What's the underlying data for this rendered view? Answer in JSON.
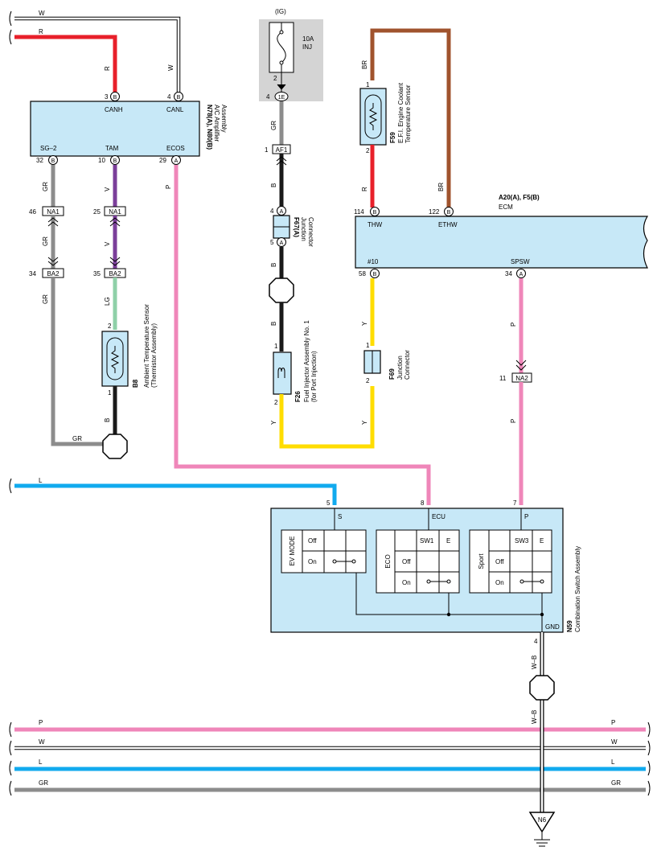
{
  "colors": {
    "red": "#e8202a",
    "white": "#ffffff",
    "gray": "#8c8c8c",
    "violet": "#7b3f9a",
    "pink": "#ef86b9",
    "black": "#1a1a1a",
    "brown": "#a0532d",
    "yellow": "#ffdd00",
    "lightgreen": "#8fd0a8",
    "blue": "#11aaee",
    "component": "#c7e8f7",
    "fuse_bg": "#d4d4d4"
  },
  "wires": {
    "W": "W",
    "R": "R",
    "GR": "GR",
    "V": "V",
    "P": "P",
    "B": "B",
    "BR": "BR",
    "Y": "Y",
    "LG": "LG",
    "L": "L",
    "WB": "W–B"
  },
  "pins": {
    "p1": "1",
    "p2": "2",
    "p3": "3",
    "p4": "4",
    "p5": "5",
    "p7": "7",
    "p8": "8",
    "p10": "10",
    "p11": "11",
    "p25": "25",
    "p29": "29",
    "p32": "32",
    "p34": "34",
    "p35": "35",
    "p46": "46",
    "p58": "58",
    "p114": "114",
    "p122": "122"
  },
  "pin_letters": {
    "A": "A",
    "B": "B",
    "E1": "1E"
  },
  "connectors": {
    "NA1": "NA1",
    "BA2": "BA2",
    "AF1": "AF1",
    "NA2": "NA2",
    "N6": "N6"
  },
  "fuse": {
    "ig": "(IG)",
    "rating": "10A",
    "name": "INJ"
  },
  "ac_amp": {
    "code": "N78(A), N80(B)",
    "name1": "A/C Amplifier",
    "name2": "Assembly",
    "canh": "CANH",
    "canl": "CANL",
    "sg2": "SG–2",
    "tam": "TAM",
    "ecos": "ECOS"
  },
  "ambient": {
    "code": "B8",
    "name1": "Ambient Temperature Sensor",
    "name2": "(Thermistor Assembly)"
  },
  "junction_a": {
    "code": "F67(A)",
    "name1": "Junction",
    "name2": "Connector"
  },
  "injector": {
    "code": "F26",
    "name1": "Fuel Injector Assembly No. 1",
    "name2": "(for Port Injection)"
  },
  "coolant": {
    "code": "F59",
    "name1": "E.F.I. Engine Coolant",
    "name2": "Temperature Sensor"
  },
  "ecm": {
    "code": "A20(A), F5(B)",
    "name": "ECM",
    "thw": "THW",
    "ethw": "ETHW",
    "n10": "#10",
    "spsw": "SPSW"
  },
  "junction_f69": {
    "code": "F69",
    "name1": "Junction",
    "name2": "Connector"
  },
  "combo": {
    "code": "N59",
    "name": "Combination Switch Assembly",
    "s": "S",
    "ecu": "ECU",
    "p": "P",
    "gnd": "GND",
    "ev_mode": "EV MODE",
    "eco": "ECO",
    "sport": "Sport",
    "off": "Off",
    "on": "On",
    "sw1": "SW1",
    "sw3": "SW3",
    "e": "E"
  }
}
